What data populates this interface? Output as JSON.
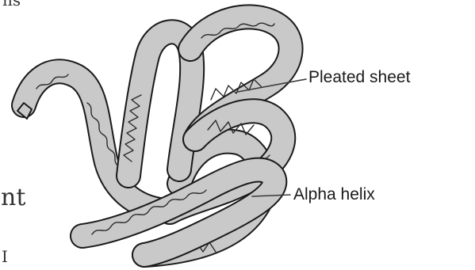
{
  "diagram": {
    "labels": {
      "pleated_sheet": "Pleated sheet",
      "alpha_helix": "Alpha helix"
    },
    "edge_fragments": {
      "top": "ns",
      "middle": "nt",
      "bottom": "I"
    },
    "colors": {
      "ribbon_fill": "#c9c9c9",
      "outline": "#1a1a1a",
      "squiggle": "#2b2b2b",
      "background": "#ffffff"
    }
  }
}
